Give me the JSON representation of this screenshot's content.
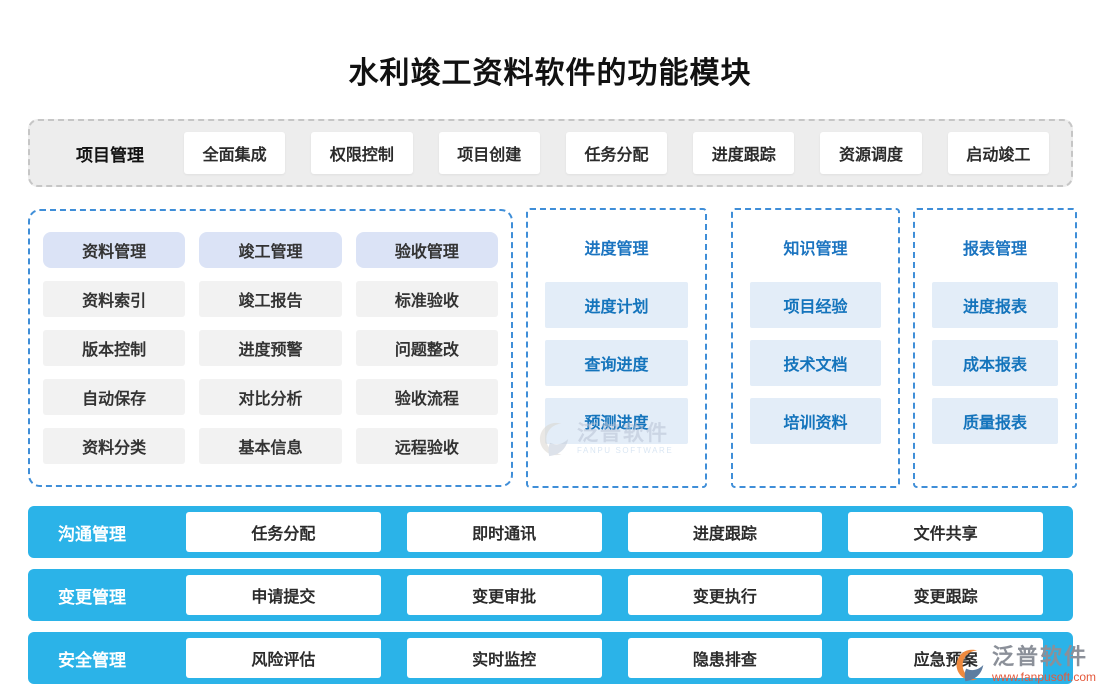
{
  "title": "水利竣工资料软件的功能模块",
  "top_bar": {
    "label": "项目管理",
    "items": [
      "全面集成",
      "权限控制",
      "项目创建",
      "任务分配",
      "进度跟踪",
      "资源调度",
      "启动竣工"
    ]
  },
  "matrix": {
    "columns": [
      {
        "header": "资料管理",
        "items": [
          "资料索引",
          "版本控制",
          "自动保存",
          "资料分类"
        ]
      },
      {
        "header": "竣工管理",
        "items": [
          "竣工报告",
          "进度预警",
          "对比分析",
          "基本信息"
        ]
      },
      {
        "header": "验收管理",
        "items": [
          "标准验收",
          "问题整改",
          "验收流程",
          "远程验收"
        ]
      }
    ]
  },
  "stacks": [
    {
      "header": "进度管理",
      "items": [
        "进度计划",
        "查询进度",
        "预测进度"
      ]
    },
    {
      "header": "知识管理",
      "items": [
        "项目经验",
        "技术文档",
        "培训资料"
      ]
    },
    {
      "header": "报表管理",
      "items": [
        "进度报表",
        "成本报表",
        "质量报表"
      ]
    }
  ],
  "bars": [
    {
      "label": "沟通管理",
      "items": [
        "任务分配",
        "即时通讯",
        "进度跟踪",
        "文件共享"
      ]
    },
    {
      "label": "变更管理",
      "items": [
        "申请提交",
        "变更审批",
        "变更执行",
        "变更跟踪"
      ]
    },
    {
      "label": "安全管理",
      "items": [
        "风险评估",
        "实时监控",
        "隐患排查",
        "应急预案"
      ]
    }
  ],
  "watermarks": {
    "center": {
      "brand": "泛普软件",
      "caption": "FANPU SOFTWARE"
    },
    "corner": {
      "brand": "泛普软件",
      "url": "www.fanpusoft.com"
    }
  },
  "colors": {
    "bar_cyan": "#2bb3e8",
    "box_border_blue": "#3f8ed8",
    "header_lavender": "#dbe3f6",
    "item_gray": "#f2f2f2",
    "item_light_blue": "#e3edf8",
    "accent_blue_text": "#1474bc",
    "top_box_gray": "#ededed",
    "watermark_orange": "#ef8a3e",
    "watermark_slate": "#5d7da0",
    "watermark_url_red": "#e4593c"
  }
}
